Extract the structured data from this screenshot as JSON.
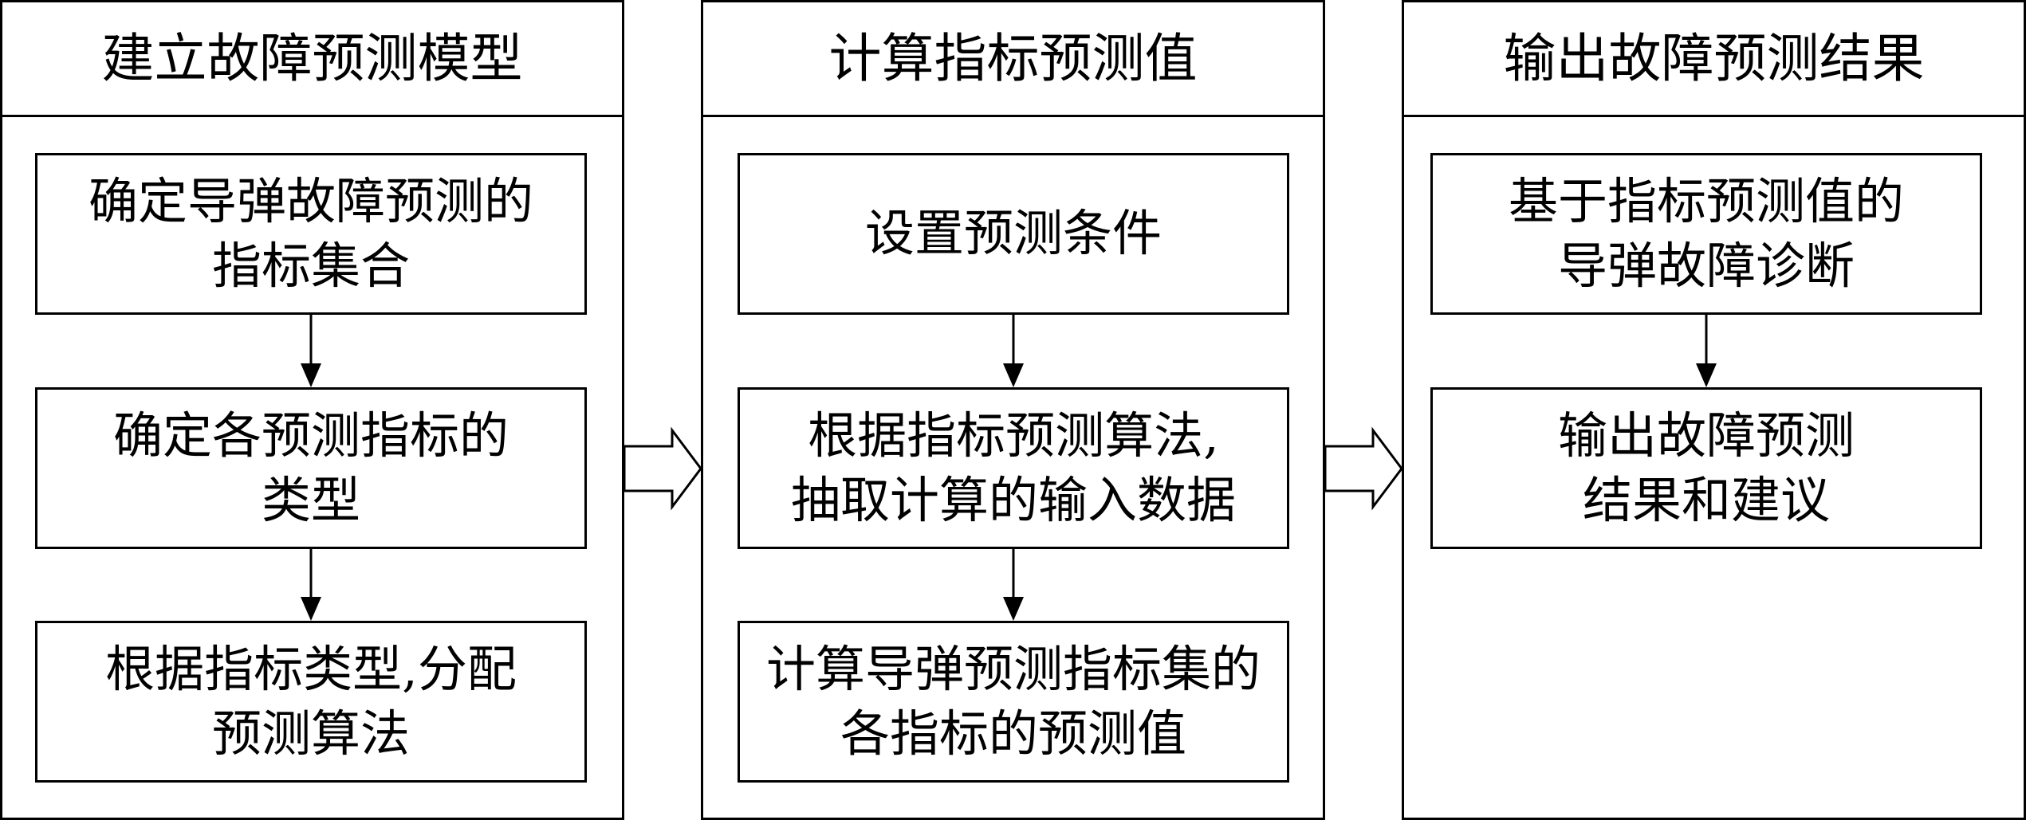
{
  "panels": [
    {
      "title": "建立故障预测模型",
      "steps": [
        {
          "line1": "确定导弹故障预测的",
          "line2": "指标集合"
        },
        {
          "line1": "确定各预测指标的",
          "line2": "类型"
        },
        {
          "line1": "根据指标类型,分配",
          "line2": "预测算法"
        }
      ]
    },
    {
      "title": "计算指标预测值",
      "steps": [
        {
          "line1": "设置预测条件",
          "line2": ""
        },
        {
          "line1": "根据指标预测算法,",
          "line2": "抽取计算的输入数据"
        },
        {
          "line1": "计算导弹预测指标集的",
          "line2": "各指标的预测值"
        }
      ]
    },
    {
      "title": "输出故障预测结果",
      "steps": [
        {
          "line1": "基于指标预测值的",
          "line2": "导弹故障诊断"
        },
        {
          "line1": "输出故障预测",
          "line2": "结果和建议"
        }
      ]
    }
  ]
}
